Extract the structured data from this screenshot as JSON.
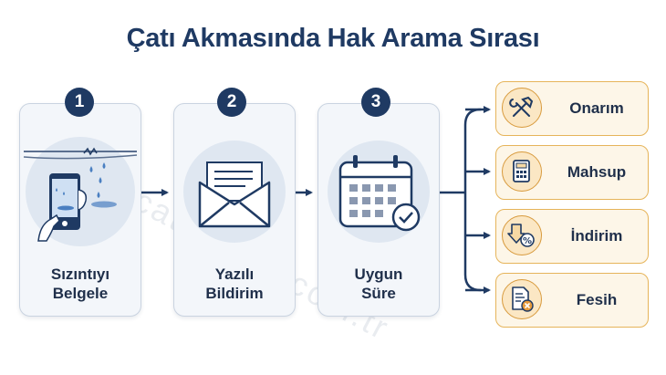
{
  "title": "Çatı Akmasında Hak Arama Sırası",
  "steps": [
    {
      "number": "1",
      "line1": "Sızıntıyı",
      "line2": "Belgele"
    },
    {
      "number": "2",
      "line1": "Yazılı",
      "line2": "Bildirim"
    },
    {
      "number": "3",
      "line1": "Uygun",
      "line2": "Süre"
    }
  ],
  "outcomes": [
    {
      "label": "Onarım",
      "icon": "hammer-wrench-icon"
    },
    {
      "label": "Mahsup",
      "icon": "calculator-icon"
    },
    {
      "label": "İndirim",
      "icon": "discount-arrow-icon"
    },
    {
      "label": "Fesih",
      "icon": "document-cancel-icon"
    }
  ],
  "watermark": "catiustasi.com.tr",
  "colors": {
    "primary": "#1f3a63",
    "card_bg": "#f3f6fa",
    "outcome_border": "#e6b45a",
    "outcome_bg": "#fdf6e8"
  }
}
